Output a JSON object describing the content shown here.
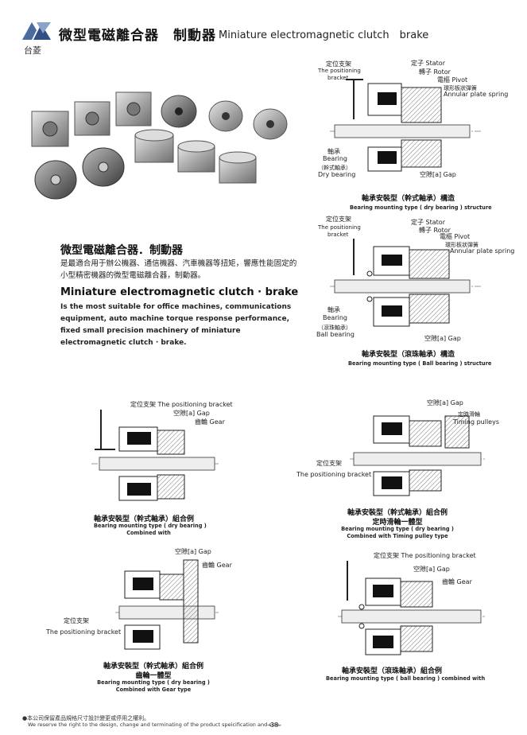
{
  "header": {
    "brand": "台菱",
    "title_zh": "微型電磁離合器　制動器",
    "title_en": "Miniature electromagnetic clutch　brake"
  },
  "intro": {
    "heading_zh": "微型電磁離合器．制動器",
    "body_zh": "是最適合用于辦公機器、通信機器、汽車機器等扭矩，響應性能固定的小型精密機器的微型電磁離合器，制動器。",
    "heading_en": "Miniature electromagnetic clutch · brake",
    "body_en": "Is the most suitable for office machines, communications equipment, auto machine torque response performance, fixed small precision machinery of miniature electromagnetic clutch · brake."
  },
  "diagrams": {
    "d1": {
      "positioning_zh": "定位支架",
      "positioning_en1": "The positioning",
      "positioning_en2": "bracket",
      "stator": "定子  Stator",
      "rotor": "轉子  Rotor",
      "pivot": "電樞  Pivot",
      "spring_zh": "環形板狀彈簧",
      "spring_en": "Annular plate spring",
      "bearing_zh": "軸承",
      "bearing_en": "Bearing",
      "bearing_type_zh": "（幹式軸承）",
      "bearing_type_en": "Dry bearing",
      "gap": "空隙[a]  Gap",
      "caption_zh": "軸承安裝型（幹式軸承）構造",
      "caption_en": "Bearing mounting type ( dry bearing ) structure"
    },
    "d2": {
      "positioning_zh": "定位支架",
      "positioning_en1": "The positioning",
      "positioning_en2": "bracket",
      "stator": "定子  Stator",
      "rotor": "轉子  Rotor",
      "pivot": "電樞  Pivot",
      "spring_zh": "環形板狀彈簧",
      "spring_en": "Annular plate spring",
      "bearing_zh": "軸承",
      "bearing_en": "Bearing",
      "bearing_type_zh": "（滾珠軸承）",
      "bearing_type_en": "Ball  bearing",
      "gap": "空隙[a]  Gap",
      "caption_zh": "軸承安裝型（滾珠軸承）構造",
      "caption_en": "Bearing mounting type ( Ball  bearing ) structure"
    },
    "d3": {
      "positioning": "定位支架  The positioning bracket",
      "gap": "空隙[a]  Gap",
      "gear": "齒輪  Gear",
      "caption_zh": "軸承安裝型（幹式軸承）組合例",
      "caption_en1": "Bearing mounting type ( dry bearing )",
      "caption_en2": "Combined with"
    },
    "d4": {
      "gap": "空隙[a]  Gap",
      "timing_zh": "定時滑輪",
      "timing_en": "Timing pulleys",
      "positioning_zh": "定位支架",
      "positioning_en": "The positioning bracket",
      "caption_zh1": "軸承安裝型（幹式軸承）組合例",
      "caption_zh2": "定時滑輪一體型",
      "caption_en1": "Bearing mounting type ( dry bearing )",
      "caption_en2": "Combined with Timing pulley type"
    },
    "d5": {
      "gap": "空隙[a]  Gap",
      "gear": "齒輪  Gear",
      "positioning_zh": "定位支架",
      "positioning_en": "The positioning bracket",
      "caption_zh1": "軸承安裝型（幹式軸承）組合例",
      "caption_zh2": "齒輪一體型",
      "caption_en1": "Bearing mounting type ( dry bearing )",
      "caption_en2": "Combined with Gear type"
    },
    "d6": {
      "positioning": "定位支架  The positioning bracket",
      "gap": "空隙[a]  Gap",
      "gear": "齒輪  Gear",
      "caption_zh": "軸承安裝型（滾珠軸承）組合例",
      "caption_en": "Bearing mounting type ( ball bearing ) combined with"
    }
  },
  "footer": {
    "note_zh": "●本公司保留產品規格尺寸設計變更或停用之權利。",
    "note_en": "We reserve the right to the design, change and terminating of the product speicification and size.",
    "page": "–38–"
  }
}
